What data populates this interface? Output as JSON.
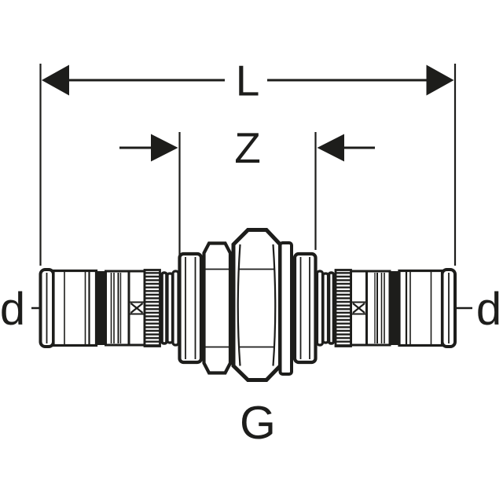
{
  "diagram": {
    "kind": "dimension-drawing",
    "labels": {
      "overall_length": "L",
      "z_dimension": "Z",
      "diameter_left": "d",
      "diameter_right": "d",
      "thread": "G"
    },
    "colors": {
      "ink": "#1d1d1b",
      "background": "#ffffff"
    }
  }
}
